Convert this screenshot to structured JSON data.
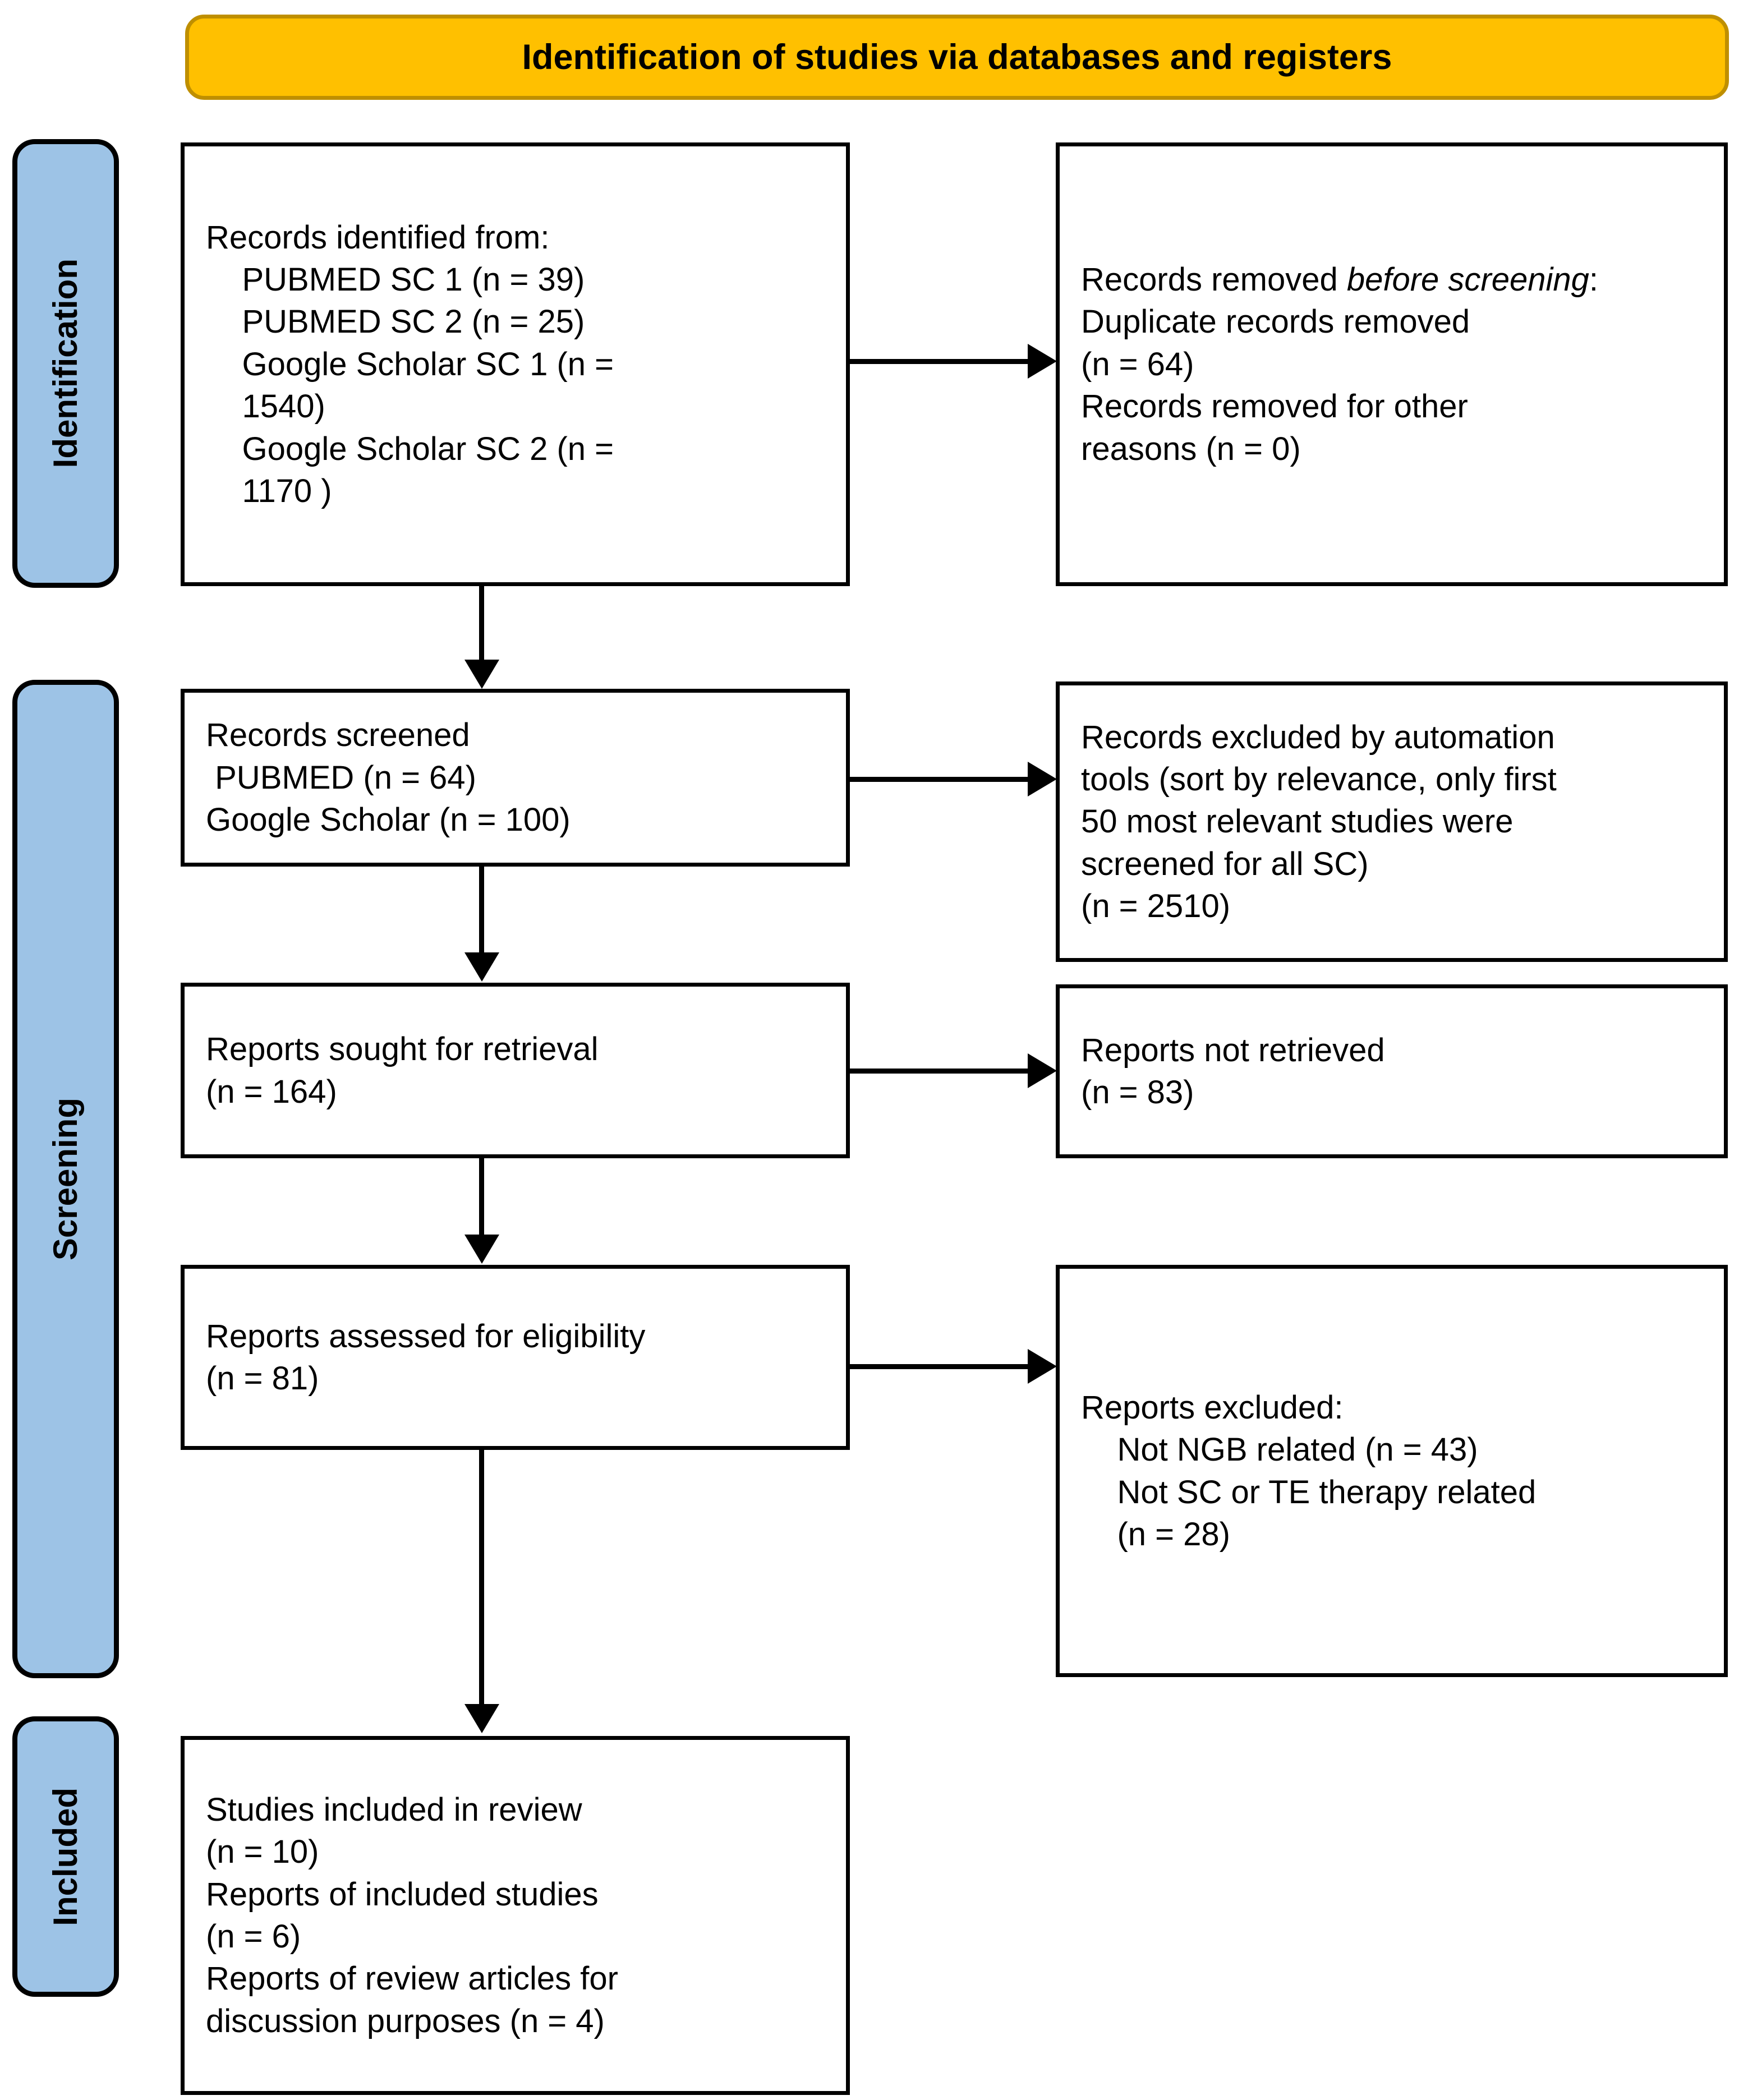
{
  "banner": {
    "title": "Identification of studies via databases and registers"
  },
  "stages": [
    {
      "label": "Identification"
    },
    {
      "label": "Screening"
    },
    {
      "label": "Included"
    }
  ],
  "boxes": {
    "records_identified": "Records identified from:\n    PUBMED SC 1 (n = 39)\n    PUBMED SC 2 (n = 25)\n    Google Scholar SC 1 (n =\n    1540)\n    Google Scholar SC 2 (n =\n    1170 )",
    "records_removed_pre": "Duplicate records removed\n(n = 64)\nRecords removed for other\nreasons (n = 0)",
    "records_removed_pre_head_1": "Records removed ",
    "records_removed_pre_head_2": "before screening",
    "records_removed_pre_head_3": ":",
    "records_screened": "Records screened\n PUBMED (n = 64)\nGoogle Scholar (n = 100)",
    "records_excluded_automation": "Records excluded by automation\ntools (sort by relevance, only first\n50 most relevant studies were\nscreened for all SC)\n(n = 2510)",
    "reports_sought": "Reports sought for retrieval\n(n = 164)",
    "reports_not_retrieved": "Reports not retrieved\n(n = 83)",
    "reports_assessed": "Reports assessed for eligibility\n(n = 81)",
    "reports_excluded": "Reports excluded:\n    Not NGB related (n = 43)\n    Not SC or TE therapy related\n    (n = 28)",
    "studies_included": "Studies included in review\n(n = 10)\nReports of included studies\n(n = 6)\nReports of review articles for\ndiscussion purposes (n = 4)"
  },
  "colors": {
    "banner_fill": "#FFC000",
    "banner_border": "#BF8F00",
    "stage_fill": "#9DC3E6",
    "stage_border": "#000000",
    "box_border": "#000000",
    "box_fill": "#FFFFFF",
    "connector": "#000000"
  }
}
